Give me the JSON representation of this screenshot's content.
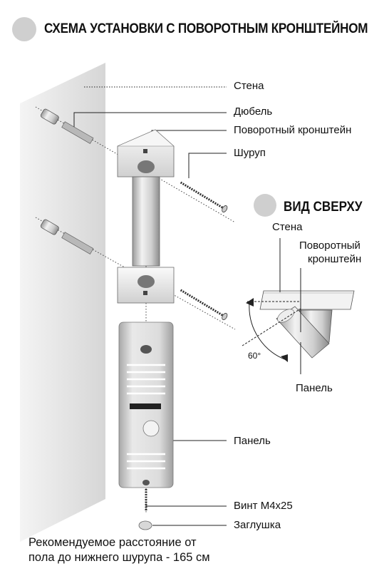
{
  "title": "СХЕМА УСТАНОВКИ С ПОВОРОТНЫМ КРОНШТЕЙНОМ",
  "top_view_title": "ВИД СВЕРХУ",
  "labels": {
    "wall": "Стена",
    "dowel": "Дюбель",
    "bracket": "Поворотный кронштейн",
    "screw": "Шуруп",
    "panel": "Панель",
    "bolt": "Винт М4х25",
    "plug": "Заглушка"
  },
  "top_view": {
    "wall": "Стена",
    "bracket_line1": "Поворотный",
    "bracket_line2": "кронштейн",
    "panel": "Панель",
    "angle": "60°"
  },
  "footnote": {
    "line1": "Рекомендуемое расстояние от",
    "line2": "пола до нижнего шурупа - 165 см"
  },
  "colors": {
    "bullet": "#cfcfcf",
    "wall": "#e6e6e6",
    "metal_light": "#efefef",
    "metal_mid": "#c8c8c8",
    "metal_dark": "#8e8e8e"
  }
}
